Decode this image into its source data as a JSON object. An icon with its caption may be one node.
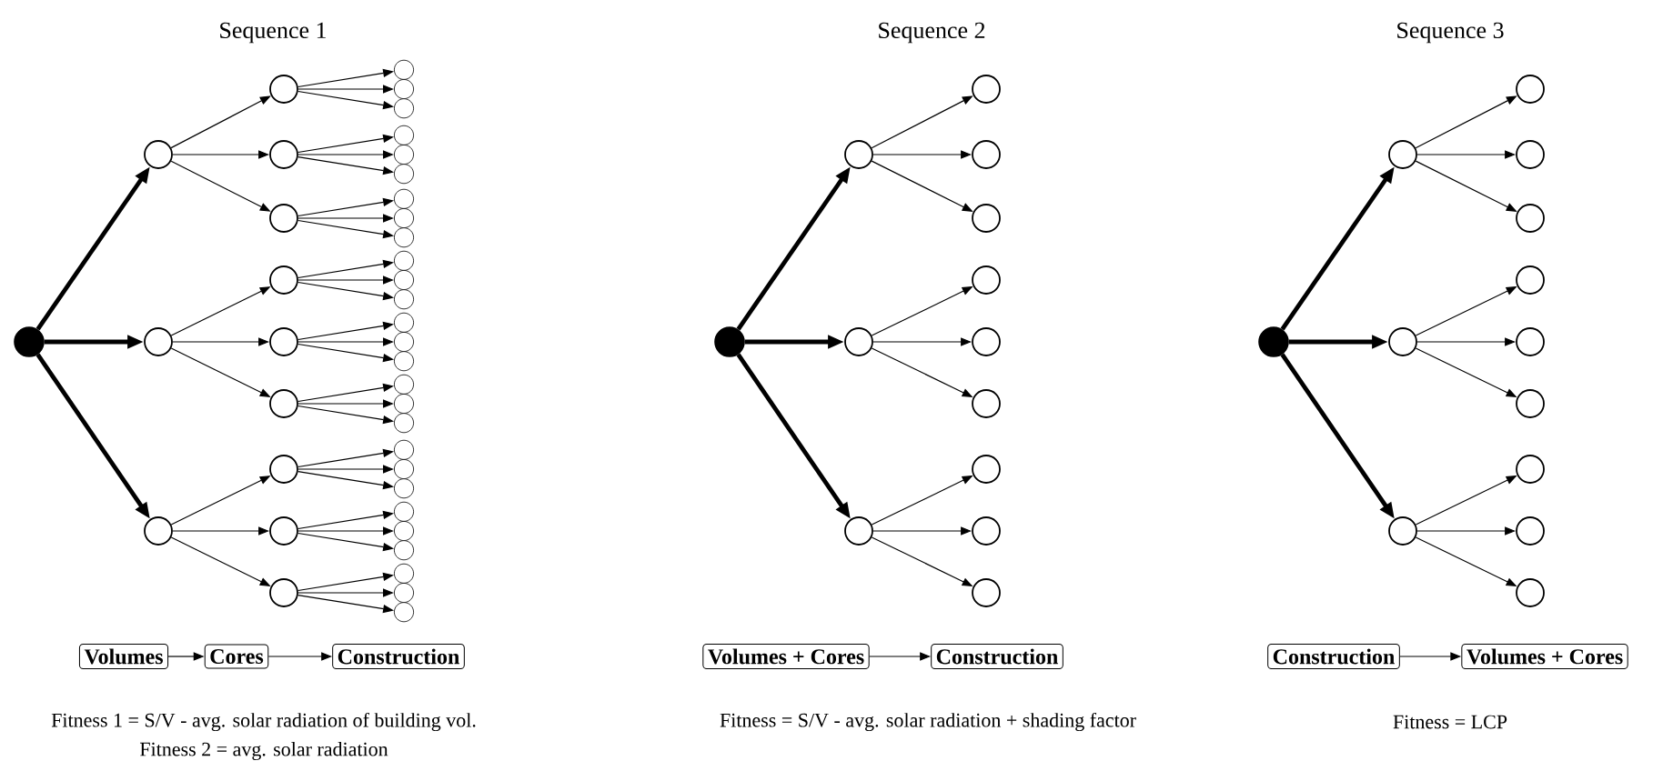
{
  "diagram": {
    "nodes": [
      {
        "text": [],
        "shape": "dot"
      },
      {
        "text": [],
        "shape": "circle"
      },
      {
        "text": [],
        "shape": "circle"
      },
      {
        "text": [],
        "shape": "circle"
      },
      {
        "text": [],
        "shape": "circle"
      },
      {
        "text": [],
        "shape": "circle"
      },
      {
        "text": [],
        "shape": "circle"
      },
      {
        "text": [],
        "shape": "circle"
      },
      {
        "text": [],
        "shape": "circle"
      },
      {
        "text": [],
        "shape": "circle"
      },
      {
        "text": [],
        "shape": "circle"
      },
      {
        "text": [],
        "shape": "circle"
      },
      {
        "text": [],
        "shape": "circle"
      },
      {
        "text": [],
        "shape": "circle"
      },
      {
        "text": [],
        "shape": "circle"
      },
      {
        "text": [],
        "shape": "circle"
      },
      {
        "text": [],
        "shape": "circle"
      },
      {
        "text": [],
        "shape": "circle"
      },
      {
        "text": [],
        "shape": "circle"
      },
      {
        "text": [],
        "shape": "circle"
      },
      {
        "text": [],
        "shape": "circle"
      },
      {
        "text": [],
        "shape": "circle"
      },
      {
        "text": [],
        "shape": "circle"
      },
      {
        "text": [],
        "shape": "circle"
      },
      {
        "text": [],
        "shape": "circle"
      },
      {
        "text": [],
        "shape": "circle"
      },
      {
        "text": [],
        "shape": "circle"
      },
      {
        "text": [],
        "shape": "circle"
      },
      {
        "text": [],
        "shape": "circle"
      },
      {
        "text": [],
        "shape": "circle"
      },
      {
        "text": [],
        "shape": "circle"
      },
      {
        "text": [],
        "shape": "circle"
      },
      {
        "text": [],
        "shape": "circle"
      },
      {
        "text": [],
        "shape": "circle"
      },
      {
        "text": [],
        "shape": "circle"
      },
      {
        "text": [],
        "shape": "circle"
      },
      {
        "text": [],
        "shape": "circle"
      },
      {
        "text": [],
        "shape": "circle"
      },
      {
        "text": [],
        "shape": "circle"
      },
      {
        "text": [],
        "shape": "circle"
      },
      {
        "text": [],
        "shape": "dot"
      },
      {
        "text": [],
        "shape": "circle"
      },
      {
        "text": [],
        "shape": "circle"
      },
      {
        "text": [],
        "shape": "circle"
      },
      {
        "text": [],
        "shape": "circle"
      },
      {
        "text": [],
        "shape": "circle"
      },
      {
        "text": [],
        "shape": "circle"
      },
      {
        "text": [],
        "shape": "circle"
      },
      {
        "text": [],
        "shape": "circle"
      },
      {
        "text": [],
        "shape": "circle"
      },
      {
        "text": [],
        "shape": "circle"
      },
      {
        "text": [],
        "shape": "circle"
      },
      {
        "text": [],
        "shape": "circle"
      },
      {
        "text": [],
        "shape": "dot"
      },
      {
        "text": [],
        "shape": "circle"
      },
      {
        "text": [],
        "shape": "circle"
      },
      {
        "text": [],
        "shape": "circle"
      },
      {
        "text": [],
        "shape": "circle"
      },
      {
        "text": [],
        "shape": "circle"
      },
      {
        "text": [],
        "shape": "circle"
      },
      {
        "text": [],
        "shape": "circle"
      },
      {
        "text": [],
        "shape": "circle"
      },
      {
        "text": [],
        "shape": "circle"
      },
      {
        "text": [],
        "shape": "circle"
      },
      {
        "text": [],
        "shape": "circle"
      },
      {
        "text": [],
        "shape": "circle"
      },
      {
        "text": [
          "Volumes"
        ]
      },
      {
        "text": [
          "Cores"
        ]
      },
      {
        "text": [
          "Construction"
        ]
      },
      {
        "text": [
          "Volumes + Cores"
        ]
      },
      {
        "text": [
          "Construction"
        ]
      },
      {
        "text": [
          "Construction"
        ]
      },
      {
        "text": [
          "Volumes + Cores"
        ]
      }
    ],
    "edges": [
      {
        "from": 0,
        "to": 1,
        "arrow": "to",
        "style": "thick"
      },
      {
        "from": 0,
        "to": 2,
        "arrow": "to",
        "style": "thick"
      },
      {
        "from": 0,
        "to": 3,
        "arrow": "to",
        "style": "thick"
      },
      {
        "from": 1,
        "to": 4,
        "arrow": "to"
      },
      {
        "from": 1,
        "to": 5,
        "arrow": "to"
      },
      {
        "from": 1,
        "to": 6,
        "arrow": "to"
      },
      {
        "from": 2,
        "to": 7,
        "arrow": "to"
      },
      {
        "from": 2,
        "to": 8,
        "arrow": "to"
      },
      {
        "from": 2,
        "to": 9,
        "arrow": "to"
      },
      {
        "from": 3,
        "to": 10,
        "arrow": "to"
      },
      {
        "from": 3,
        "to": 11,
        "arrow": "to"
      },
      {
        "from": 3,
        "to": 12,
        "arrow": "to"
      },
      {
        "from": 4,
        "to": 13,
        "arrow": "to"
      },
      {
        "from": 4,
        "to": 14,
        "arrow": "to"
      },
      {
        "from": 4,
        "to": 15,
        "arrow": "to"
      },
      {
        "from": 5,
        "to": 16,
        "arrow": "to"
      },
      {
        "from": 5,
        "to": 17,
        "arrow": "to"
      },
      {
        "from": 5,
        "to": 18,
        "arrow": "to"
      },
      {
        "from": 6,
        "to": 19,
        "arrow": "to"
      },
      {
        "from": 6,
        "to": 20,
        "arrow": "to"
      },
      {
        "from": 6,
        "to": 21,
        "arrow": "to"
      },
      {
        "from": 7,
        "to": 22,
        "arrow": "to"
      },
      {
        "from": 7,
        "to": 23,
        "arrow": "to"
      },
      {
        "from": 7,
        "to": 24,
        "arrow": "to"
      },
      {
        "from": 8,
        "to": 25,
        "arrow": "to"
      },
      {
        "from": 8,
        "to": 26,
        "arrow": "to"
      },
      {
        "from": 8,
        "to": 27,
        "arrow": "to"
      },
      {
        "from": 9,
        "to": 28,
        "arrow": "to"
      },
      {
        "from": 9,
        "to": 29,
        "arrow": "to"
      },
      {
        "from": 9,
        "to": 30,
        "arrow": "to"
      },
      {
        "from": 10,
        "to": 31,
        "arrow": "to"
      },
      {
        "from": 10,
        "to": 32,
        "arrow": "to"
      },
      {
        "from": 10,
        "to": 33,
        "arrow": "to"
      },
      {
        "from": 11,
        "to": 34,
        "arrow": "to"
      },
      {
        "from": 11,
        "to": 35,
        "arrow": "to"
      },
      {
        "from": 11,
        "to": 36,
        "arrow": "to"
      },
      {
        "from": 12,
        "to": 37,
        "arrow": "to"
      },
      {
        "from": 12,
        "to": 38,
        "arrow": "to"
      },
      {
        "from": 12,
        "to": 39,
        "arrow": "to"
      },
      {
        "from": 40,
        "to": 41,
        "arrow": "to",
        "style": "thick"
      },
      {
        "from": 40,
        "to": 42,
        "arrow": "to",
        "style": "thick"
      },
      {
        "from": 40,
        "to": 43,
        "arrow": "to",
        "style": "thick"
      },
      {
        "from": 41,
        "to": 44,
        "arrow": "to"
      },
      {
        "from": 41,
        "to": 45,
        "arrow": "to"
      },
      {
        "from": 41,
        "to": 46,
        "arrow": "to"
      },
      {
        "from": 42,
        "to": 47,
        "arrow": "to"
      },
      {
        "from": 42,
        "to": 48,
        "arrow": "to"
      },
      {
        "from": 42,
        "to": 49,
        "arrow": "to"
      },
      {
        "from": 43,
        "to": 50,
        "arrow": "to"
      },
      {
        "from": 43,
        "to": 51,
        "arrow": "to"
      },
      {
        "from": 43,
        "to": 52,
        "arrow": "to"
      },
      {
        "from": 53,
        "to": 54,
        "arrow": "to",
        "style": "thick"
      },
      {
        "from": 53,
        "to": 55,
        "arrow": "to",
        "style": "thick"
      },
      {
        "from": 53,
        "to": 56,
        "arrow": "to",
        "style": "thick"
      },
      {
        "from": 54,
        "to": 57,
        "arrow": "to"
      },
      {
        "from": 54,
        "to": 58,
        "arrow": "to"
      },
      {
        "from": 54,
        "to": 59,
        "arrow": "to"
      },
      {
        "from": 55,
        "to": 60,
        "arrow": "to"
      },
      {
        "from": 55,
        "to": 61,
        "arrow": "to"
      },
      {
        "from": 55,
        "to": 62,
        "arrow": "to"
      },
      {
        "from": 56,
        "to": 63,
        "arrow": "to"
      },
      {
        "from": 56,
        "to": 64,
        "arrow": "to"
      },
      {
        "from": 56,
        "to": 65,
        "arrow": "to"
      },
      {
        "from": 66,
        "to": 67,
        "arrow": "to"
      },
      {
        "from": 67,
        "to": 68,
        "arrow": "to"
      },
      {
        "from": 69,
        "to": 70,
        "arrow": "to"
      },
      {
        "from": 71,
        "to": 72,
        "arrow": "to"
      }
    ],
    "labels": [
      "Sequence 1",
      "Sequence 2",
      "Sequence 3",
      "Fitness 1 = S/V - avg. solar radiation of building vol.",
      "Fitness 2 = avg. solar radiation",
      "Fitness = S/V - avg. solar radiation + shading factor",
      "Fitness = LCP"
    ]
  }
}
